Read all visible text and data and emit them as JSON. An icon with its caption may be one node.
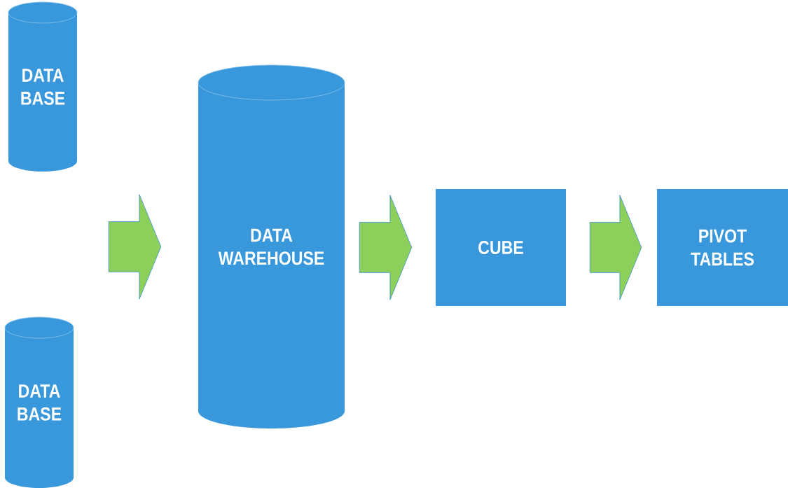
{
  "diagram": {
    "nodes": [
      {
        "text": [
          "DATA BASE"
        ]
      },
      {
        "text": [
          "DATA BASE"
        ]
      },
      {
        "text": [
          "DATA WAREHOUSE"
        ]
      },
      {
        "text": [
          "CUBE"
        ]
      },
      {
        "text": [
          "PIVOT TABLES"
        ]
      }
    ],
    "edges": [
      {
        "from": 0,
        "to": 2,
        "arrow": "to"
      },
      {
        "from": 1,
        "to": 2,
        "arrow": "to"
      },
      {
        "from": 2,
        "to": 3,
        "arrow": "to"
      },
      {
        "from": 3,
        "to": 4,
        "arrow": "to"
      }
    ]
  }
}
